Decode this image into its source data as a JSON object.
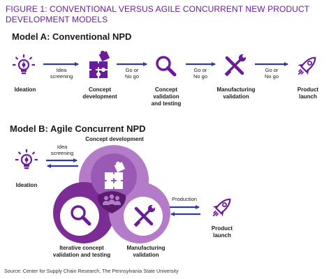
{
  "figure_title": "FIGURE 1: CONVENTIONAL VERSUS AGILE CONCURRENT NEW PRODUCT DEVELOPMENT MODELS",
  "colors": {
    "accent": "#6a1b9a",
    "icon": "#6a1b9a",
    "arrow": "#2e3d9a",
    "circle_dark": "#7b2c95",
    "circle_mid": "#9b59b6",
    "circle_light": "#b37bc8",
    "overlap_dark": "#5b1c6f"
  },
  "model_a": {
    "title": "Model A: Conventional NPD",
    "stages": [
      {
        "icon": "lightbulb-icon",
        "lines": [
          "Ideation"
        ]
      },
      {
        "icon": "puzzle-icon",
        "lines": [
          "Concept",
          "development"
        ]
      },
      {
        "icon": "magnifier-icon",
        "lines": [
          "Concept",
          "validation",
          "and testing"
        ]
      },
      {
        "icon": "tools-icon",
        "lines": [
          "Manufacturing",
          "validation"
        ]
      },
      {
        "icon": "rocket-icon",
        "lines": [
          "Product",
          "launch"
        ]
      }
    ],
    "arrows": [
      {
        "lines": [
          "Idea",
          "screening"
        ]
      },
      {
        "lines": [
          "Go or",
          "No go"
        ]
      },
      {
        "lines": [
          "Go or",
          "No go"
        ]
      },
      {
        "lines": [
          "Go or",
          "No go"
        ]
      }
    ]
  },
  "model_b": {
    "title": "Model B: Agile Concurrent NPD",
    "ideation": {
      "icon": "lightbulb-icon",
      "label": "Ideation"
    },
    "idea_arrow": {
      "lines": [
        "Idea",
        "screening"
      ]
    },
    "circles": {
      "concept_development": "Concept development",
      "iterative": [
        "Iterative concept",
        "validation and testing"
      ],
      "manufacturing": [
        "Manufacturing",
        "validation"
      ]
    },
    "center_icon": "people-icon",
    "production_arrow": {
      "label": "Production"
    },
    "launch": {
      "icon": "rocket-icon",
      "lines": [
        "Product",
        "launch"
      ]
    }
  },
  "source": "Source: Center for Supply Chain Research, The Pennsylvania State University"
}
